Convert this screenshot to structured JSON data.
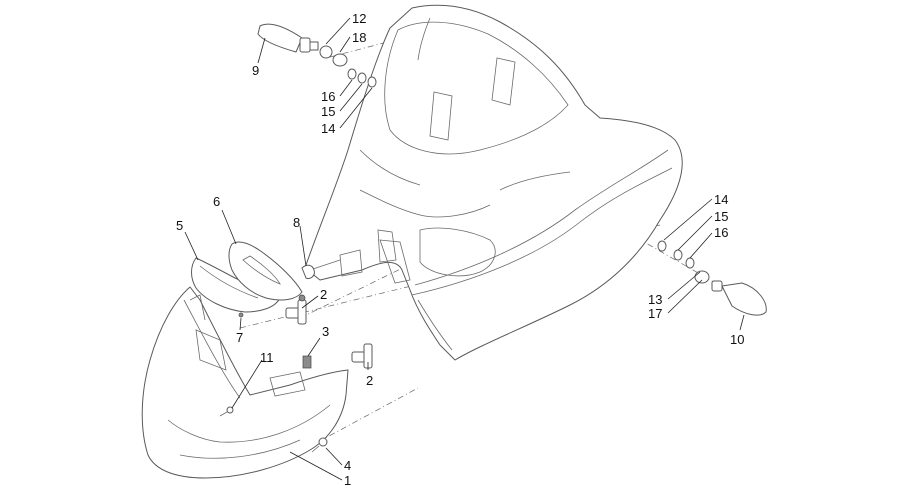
{
  "labels": {
    "p1": "1",
    "p2a": "2",
    "p2b": "2",
    "p3": "3",
    "p4": "4",
    "p5": "5",
    "p6": "6",
    "p7": "7",
    "p8": "8",
    "p9": "9",
    "p10": "10",
    "p11": "11",
    "p12": "12",
    "p13": "13",
    "p14a": "14",
    "p14b": "14",
    "p15a": "15",
    "p15b": "15",
    "p16a": "16",
    "p16b": "16",
    "p17": "17",
    "p18": "18"
  }
}
